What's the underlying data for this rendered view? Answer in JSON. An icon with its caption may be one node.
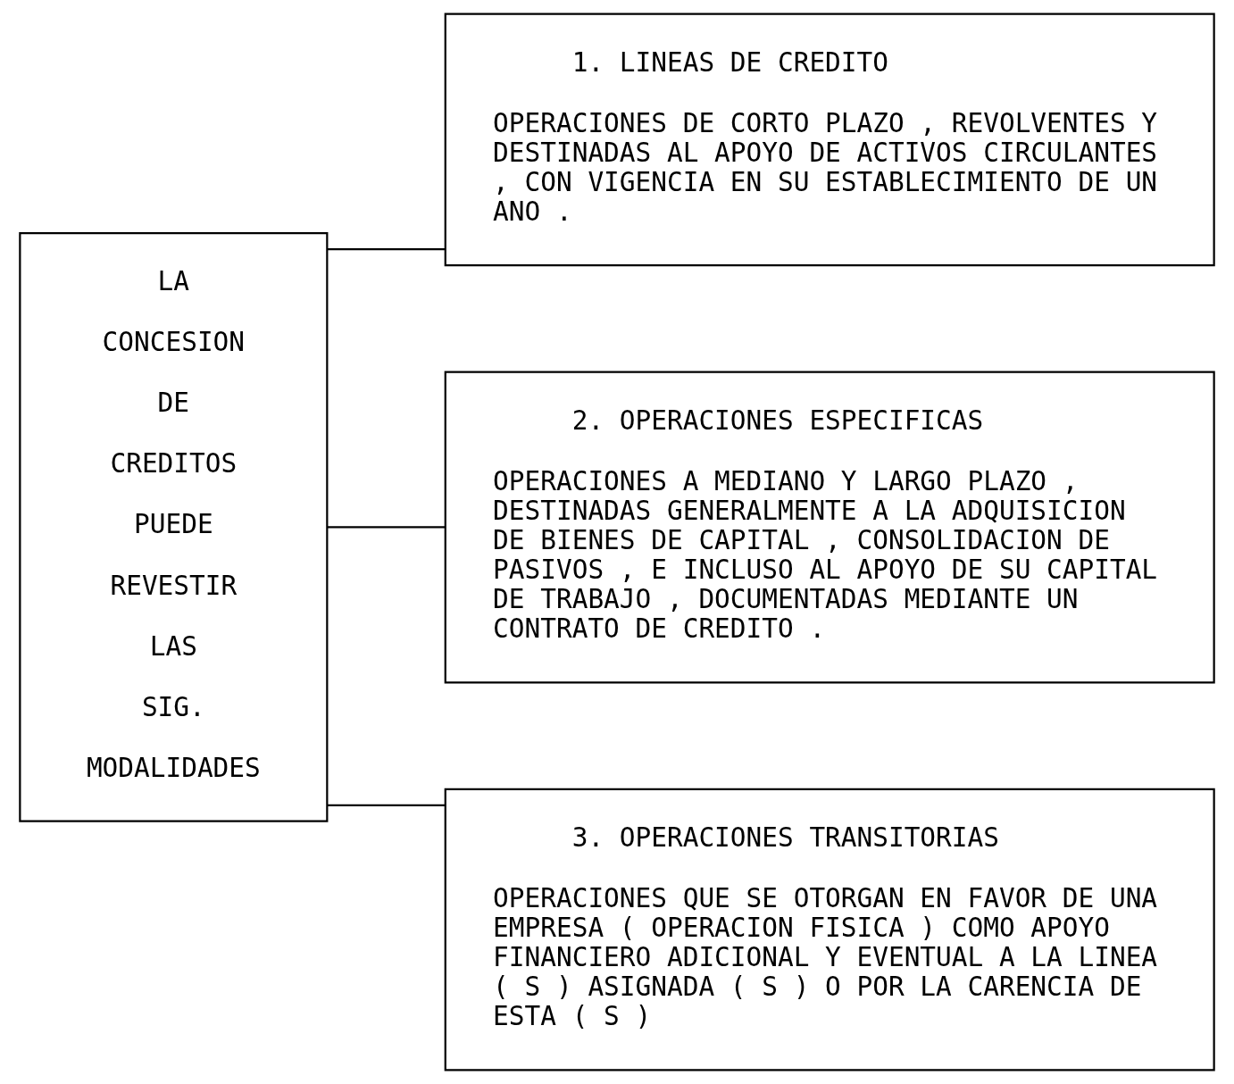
{
  "diagram": {
    "nodes": [
      {
        "text": [
          "LA CONCESION DE CREDITOS PUEDE REVESTIR LAS SIG. MODALIDADES"
        ]
      },
      {
        "text": [
          "1. LINEAS DE CREDITO",
          "OPERACIONES DE CORTO PLAZO , REVOLVENTES Y DESTINADAS AL APOYO DE ACTIVOS CIRCULANTES , CON VIGENCIA EN SU ESTABLECIMIENTO DE UN ANO ."
        ]
      },
      {
        "text": [
          "2. OPERACIONES ESPECIFICAS",
          "OPERACIONES A MEDIANO Y LARGO PLAZO , DESTINADAS GENERALMENTE A LA ADQUISICION DE BIENES DE CAPITAL , CONSOLIDACION DE PASIVOS , E INCLUSO AL APOYO DE SU CAPITAL DE TRABAJO , DOCUMENTADAS MEDIANTE UN CONTRATO DE CREDITO ."
        ]
      },
      {
        "text": [
          "3. OPERACIONES TRANSITORIAS",
          "OPERACIONES QUE SE OTORGAN EN FAVOR DE UNA EMPRESA ( OPERACION FISICA ) COMO APOYO FINANCIERO ADICIONAL Y EVENTUAL A LA LINEA ( S ) ASIGNADA ( S ) O POR LA CARENCIA DE ESTA ( S )"
        ]
      }
    ],
    "edges": [
      {
        "from": 0,
        "to": 1,
        "arrow": "none"
      },
      {
        "from": 0,
        "to": 2,
        "arrow": "none"
      },
      {
        "from": 0,
        "to": 3,
        "arrow": "none"
      }
    ]
  }
}
